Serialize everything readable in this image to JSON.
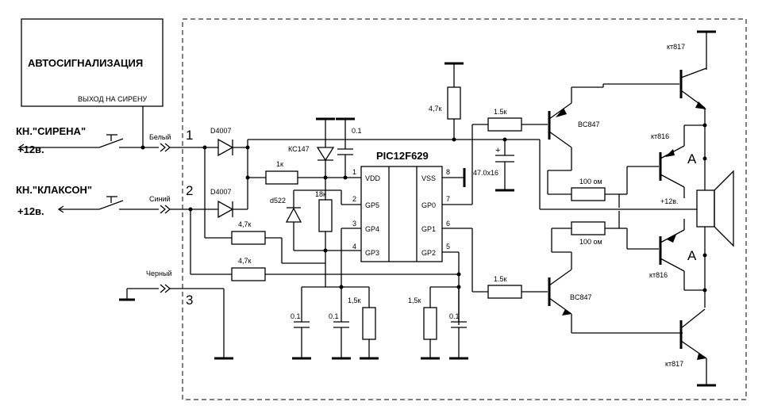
{
  "alarm": {
    "title": "АВТОСИГНАЛИЗАЦИЯ",
    "output": "ВЫХОД НА СИРЕНУ"
  },
  "inputs": {
    "siren_button": "КН.\"СИРЕНА\"",
    "horn_button": "КН.\"КЛАКСОН\"",
    "plus12": "+12в.",
    "white": "Белый",
    "blue": "Синий",
    "black": "Черный",
    "pin1": "1",
    "pin2": "2",
    "pin3": "3"
  },
  "chip": {
    "name": "PIC12F629",
    "left_pins": [
      "VDD",
      "GP5",
      "GP4",
      "GP3"
    ],
    "left_nums": [
      "1",
      "2",
      "3",
      "4"
    ],
    "right_pins": [
      "VSS",
      "GP0",
      "GP1",
      "GP2"
    ],
    "right_nums": [
      "8",
      "7",
      "6",
      "5"
    ]
  },
  "parts": {
    "d1": "D4007",
    "d2": "D4007",
    "zener": "КС147",
    "c_top": "0.1",
    "r_1k": "1к",
    "led": "d522",
    "r_18k": "18к",
    "r_47k_a": "4,7к",
    "r_47k_b": "4,7к",
    "r_47k_top": "4,7к",
    "r_15k_top": "1.5к",
    "r_15k_bot": "1.5к",
    "cap_elec": "47.0х16",
    "cap_plus": "+",
    "c1": "0.1",
    "c2": "0.1",
    "c3": "0.1",
    "r_15_l": "1,5к",
    "r_15_r": "1,5к",
    "r_100_a": "100 ом",
    "r_100_b": "100 ом",
    "bc847_top": "BC847",
    "bc847_bot": "BC847",
    "kt817_top": "кт817",
    "kt817_bot": "кт817",
    "kt816_top": "кт816",
    "kt816_bot": "кт816",
    "a_top": "A",
    "a_bot": "A",
    "plus12_speaker": "+12в."
  }
}
